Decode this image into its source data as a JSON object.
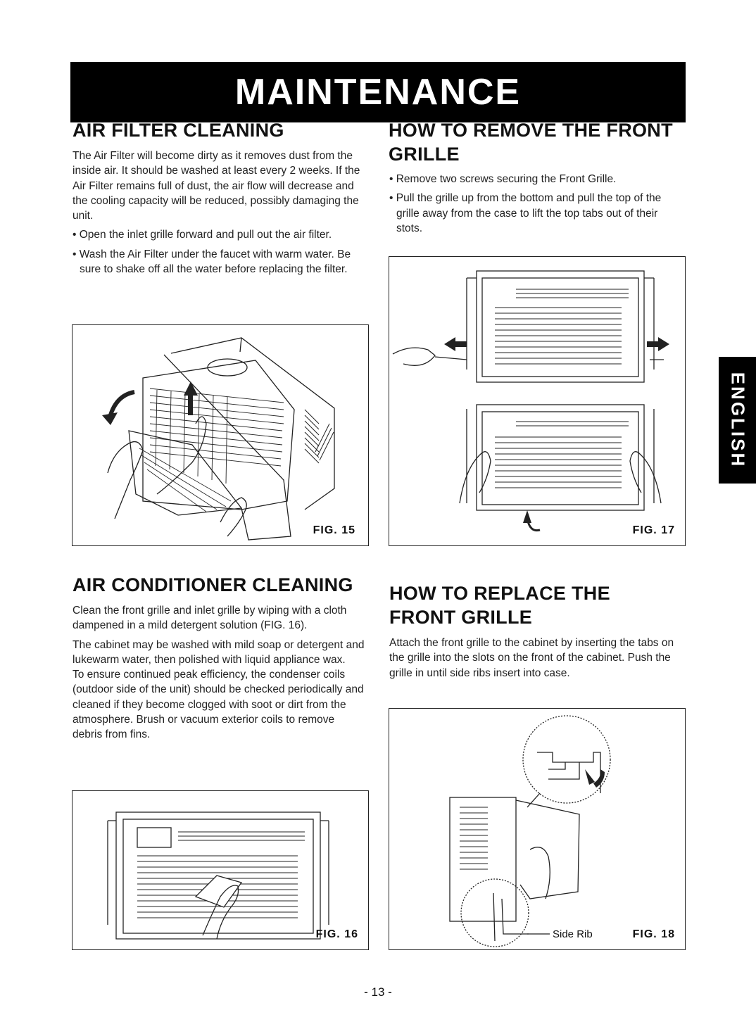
{
  "banner": "MAINTENANCE",
  "side_tab": "ENGLISH",
  "air_filter": {
    "title": "AIR FILTER CLEANING",
    "body": "The Air Filter will become dirty as it removes dust from the inside air. It should be washed at least every 2 weeks. If the Air Filter remains full of dust, the air flow will decrease and the cooling capacity will be reduced, possibly damaging the unit.",
    "bullets": [
      "• Open the inlet grille forward and pull out the air filter.",
      "• Wash the Air Filter under the faucet with warm water. Be sure to shake off all the water before replacing the filter."
    ],
    "fig_label": "FIG. 15"
  },
  "remove_grille": {
    "title": "HOW TO REMOVE THE FRONT GRILLE",
    "bullets": [
      "• Remove two screws securing the Front Grille.",
      "• Pull the grille up from the bottom and pull the top of the grille away from the case to lift the top tabs out of their stots."
    ],
    "fig_label": "FIG. 17"
  },
  "ac_cleaning": {
    "title": "AIR CONDITIONER CLEANING",
    "p1": "Clean the front grille and inlet grille by wiping with a cloth dampened in a mild detergent solution (FIG. 16).",
    "p2": "The cabinet may be washed with mild soap or detergent and lukewarm water, then polished with liquid appliance wax.",
    "p3": "To ensure continued peak efficiency, the condenser coils (outdoor side of the unit) should be checked periodically and cleaned if they become clogged with soot or dirt from the atmosphere. Brush or vacuum exterior coils to remove debris from fins.",
    "fig_label": "FIG. 16"
  },
  "replace_grille": {
    "title_line1": "HOW TO REPLACE THE",
    "title_line2": "FRONT GRILLE",
    "body": "Attach the front grille to the cabinet by inserting the tabs on the grille into the slots on the front of the cabinet. Push the grille in until side ribs insert into case.",
    "side_rib_label": "Side Rib",
    "fig_label": "FIG. 18"
  },
  "page_number": "- 13 -"
}
